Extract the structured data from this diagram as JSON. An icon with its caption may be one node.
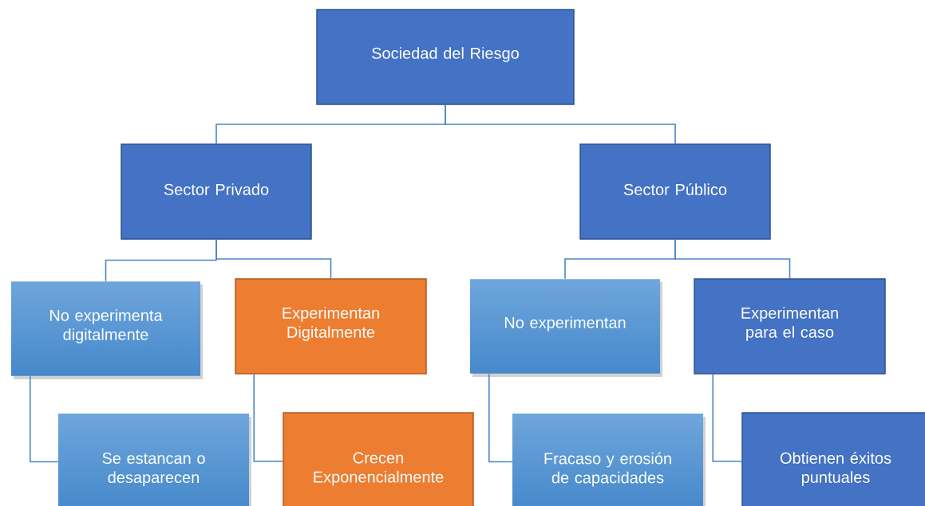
{
  "diagram": {
    "nodes": [
      {
        "text": [
          "Sociedad del Riesgo"
        ]
      },
      {
        "text": [
          "Sector Privado"
        ]
      },
      {
        "text": [
          "Sector Público"
        ]
      },
      {
        "text": [
          "No experimenta digitalmente"
        ]
      },
      {
        "text": [
          "Experimentan Digitalmente"
        ]
      },
      {
        "text": [
          "No experimentan"
        ]
      },
      {
        "text": [
          "Experimentan para el caso"
        ]
      },
      {
        "text": [
          "Se estancan o desaparecen"
        ]
      },
      {
        "text": [
          "Crecen Exponencialmente"
        ]
      },
      {
        "text": [
          "Fracaso y erosión de capacidades"
        ]
      },
      {
        "text": [
          "Obtienen éxitos puntuales"
        ]
      }
    ],
    "edges": [
      {
        "from": 0,
        "to": 1,
        "arrow": "none"
      },
      {
        "from": 0,
        "to": 2,
        "arrow": "none"
      },
      {
        "from": 1,
        "to": 3,
        "arrow": "none"
      },
      {
        "from": 1,
        "to": 4,
        "arrow": "none"
      },
      {
        "from": 2,
        "to": 5,
        "arrow": "none"
      },
      {
        "from": 2,
        "to": 6,
        "arrow": "none"
      },
      {
        "from": 3,
        "to": 7,
        "arrow": "none"
      },
      {
        "from": 4,
        "to": 8,
        "arrow": "none"
      },
      {
        "from": 5,
        "to": 9,
        "arrow": "none"
      },
      {
        "from": 6,
        "to": 10,
        "arrow": "none"
      }
    ]
  }
}
